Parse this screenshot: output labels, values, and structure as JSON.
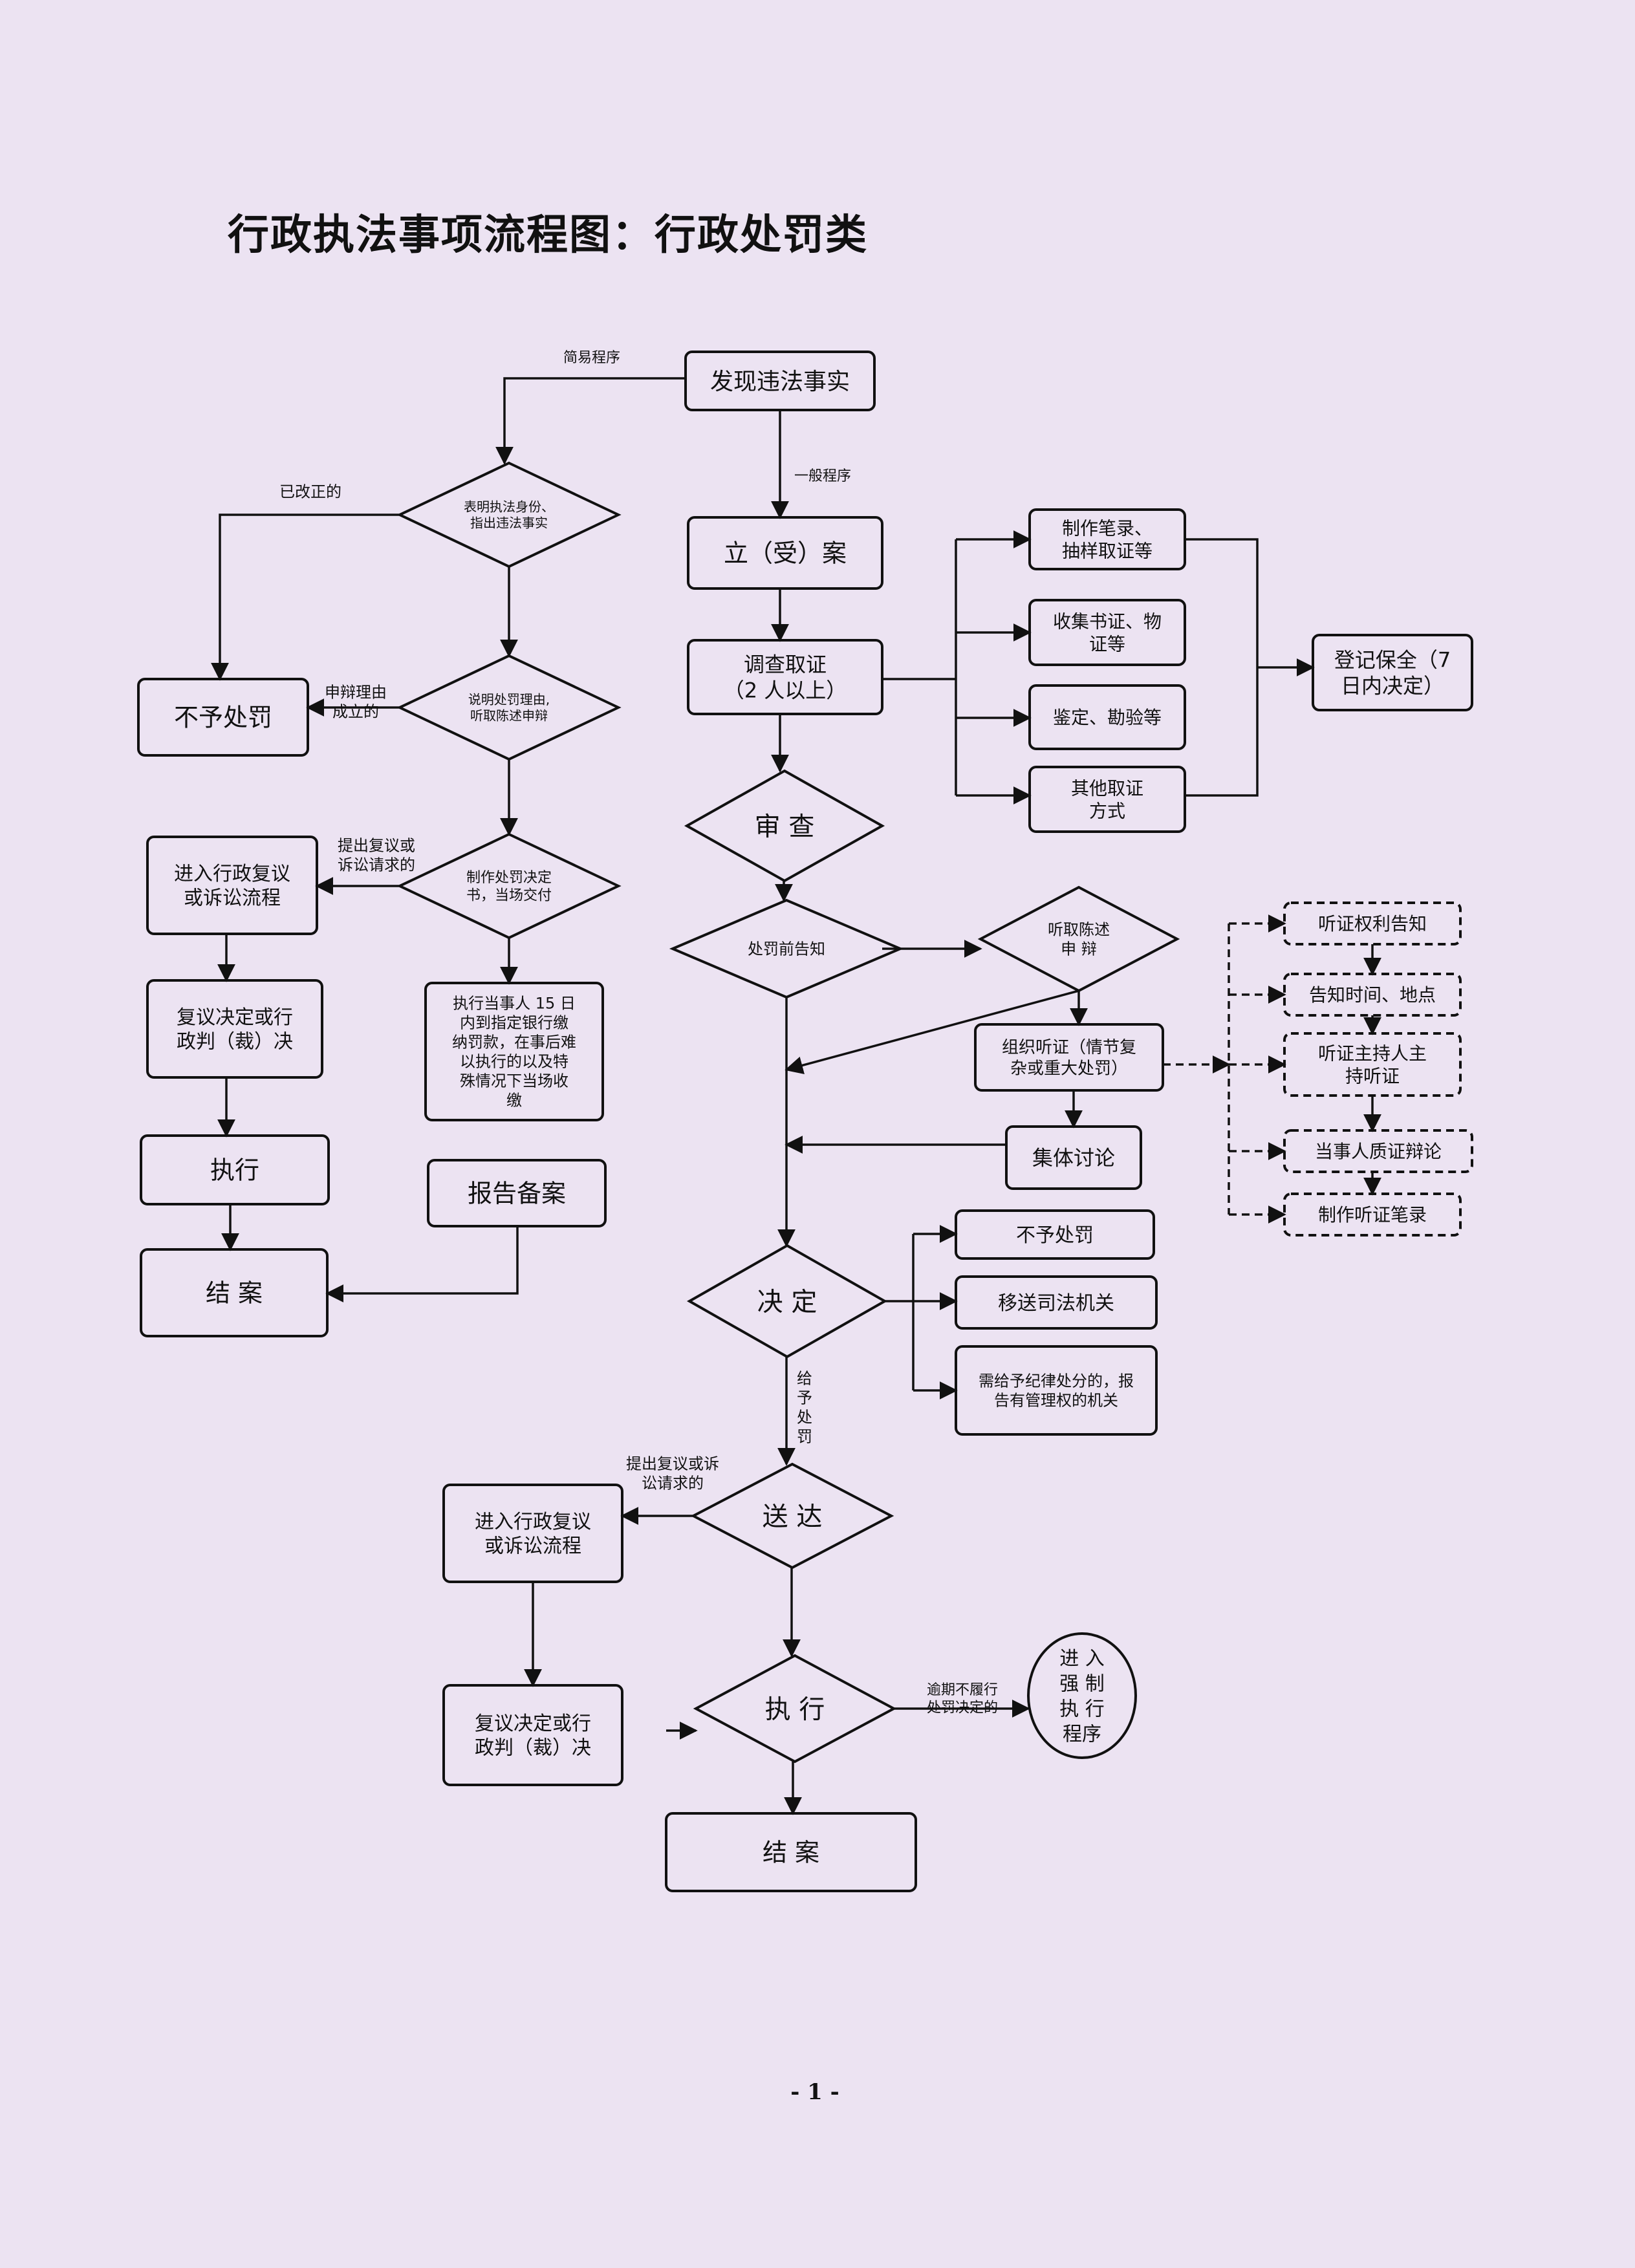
{
  "title": "行政执法事项流程图：行政处罚类",
  "page_number": "- 1 -",
  "nodes": {
    "find_violation": [
      "发现违法事实"
    ],
    "show_identity": [
      "表明执法身份、",
      "指出违法事实"
    ],
    "explain_reason": [
      "说明处罚理由,",
      "听取陈述申辩"
    ],
    "no_punish_left": [
      "不予处罚"
    ],
    "make_decision_book": [
      "制作处罚决定",
      "书，当场交付"
    ],
    "admin_review_left": [
      "进入行政复议",
      "或诉讼流程"
    ],
    "review_decision_left": [
      "复议决定或行",
      "政判（裁）决"
    ],
    "execute_left": [
      "执行"
    ],
    "close_left": [
      "结 案"
    ],
    "pay_fine": [
      "执行当事人 15 日",
      "内到指定银行缴",
      "纳罚款，在事后难",
      "以执行的以及特",
      "殊情况下当场收",
      "缴"
    ],
    "report_file": [
      "报告备案"
    ],
    "file_case": [
      "立（受）案"
    ],
    "investigate": [
      "调查取证",
      "（2 人以上）"
    ],
    "record_sample": [
      "制作笔录、",
      "抽样取证等"
    ],
    "collect_docs": [
      "收集书证、物",
      "证等"
    ],
    "appraise": [
      "鉴定、勘验等"
    ],
    "other_evidence": [
      "其他取证",
      "方式"
    ],
    "register_preserve": [
      "登记保全（7",
      "日内决定）"
    ],
    "review": [
      "审 查"
    ],
    "pre_notice": [
      "处罚前告知"
    ],
    "hear_defense": [
      "听取陈述",
      "申 辩"
    ],
    "organize_hearing": [
      "组织听证（情节复",
      "杂或重大处罚）"
    ],
    "collective_discuss": [
      "集体讨论"
    ],
    "hearing_right": [
      "听证权利告知"
    ],
    "notify_time": [
      "告知时间、地点"
    ],
    "hearing_host": [
      "听证主持人主",
      "持听证"
    ],
    "cross_exam": [
      "当事人质证辩论"
    ],
    "hearing_record": [
      "制作听证笔录"
    ],
    "decide": [
      "决 定"
    ],
    "no_punish_right": [
      "不予处罚"
    ],
    "transfer_judicial": [
      "移送司法机关"
    ],
    "discipline_report": [
      "需给予纪律处分的，报",
      "告有管理权的机关"
    ],
    "deliver": [
      "送 达"
    ],
    "admin_review_bottom": [
      "进入行政复议",
      "或诉讼流程"
    ],
    "review_decision_bottom": [
      "复议决定或行",
      "政判（裁）决"
    ],
    "execute_bottom": [
      "执 行"
    ],
    "enforce": [
      "进 入",
      "强 制",
      "执 行",
      "程序"
    ],
    "close_bottom": [
      "结 案"
    ]
  },
  "edge_labels": {
    "simple_procedure": "简易程序",
    "general_procedure": "一般程序",
    "corrected": "已改正的",
    "defense_valid": [
      "申辩理由",
      "成立的"
    ],
    "appeal_left": [
      "提出复议或",
      "诉讼请求的"
    ],
    "appeal_bottom": [
      "提出复议或诉",
      "讼请求的"
    ],
    "give_punishment": [
      "给",
      "予",
      "处",
      "罚"
    ],
    "overdue": [
      "逾期不履行",
      "处罚决定的"
    ]
  }
}
